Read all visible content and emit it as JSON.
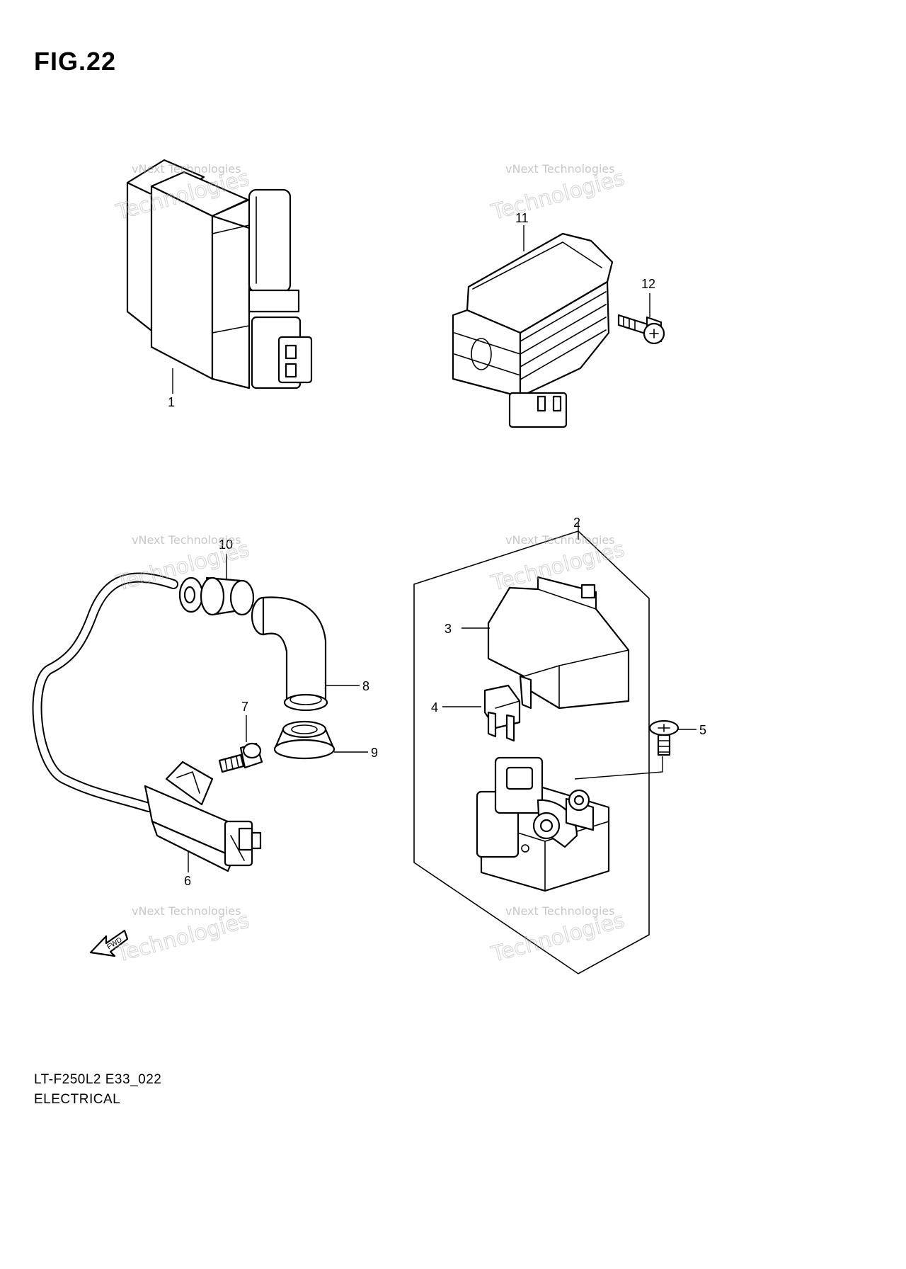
{
  "figure": {
    "title": "FIG.22",
    "code": "LT-F250L2 E33_022",
    "caption": "ELECTRICAL"
  },
  "callouts": [
    "1",
    "2",
    "3",
    "4",
    "5",
    "6",
    "7",
    "8",
    "9",
    "10",
    "11",
    "12"
  ],
  "watermark": {
    "line1": "vNext Technologies",
    "line2": "Technologies"
  },
  "fwd_mark": "FWD"
}
